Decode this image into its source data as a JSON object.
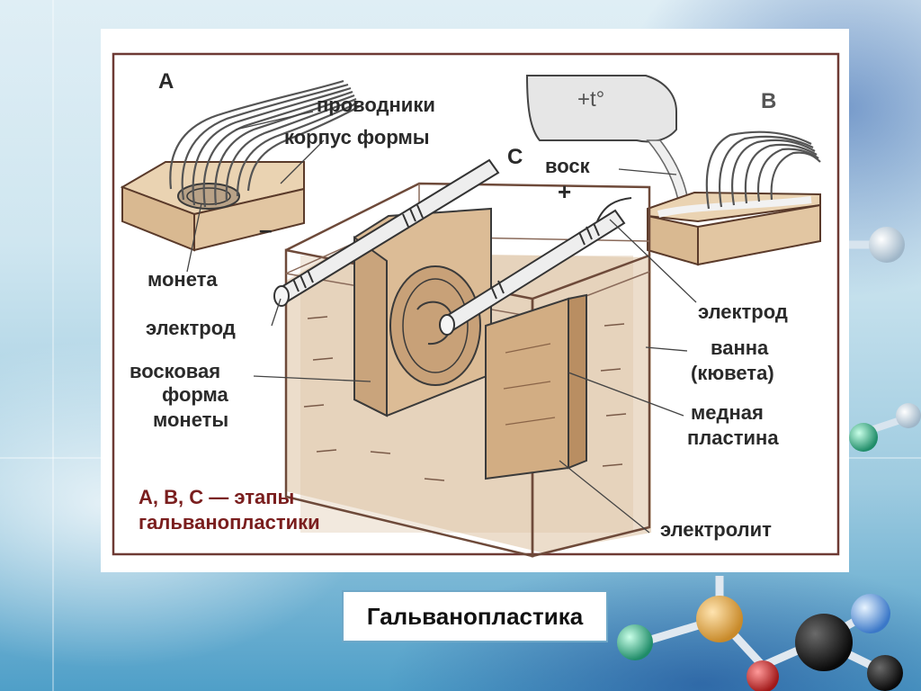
{
  "caption": "Гальванопластика",
  "labels": {
    "stage_a": "А",
    "stage_b": "В",
    "stage_c": "С",
    "temperature": "+t°",
    "conductors": "проводники",
    "mold_body": "корпус формы",
    "coin": "монета",
    "minus": "–",
    "electrode_left": "электрод",
    "wax_mold_1": "восковая",
    "wax_mold_2": "форма",
    "wax_mold_3": "монеты",
    "wax": "воск",
    "plus": "+",
    "electrode_right": "электрод",
    "bath_1": "ванна",
    "bath_2": "(кювета)",
    "copper_1": "медная",
    "copper_2": "пластина",
    "electrolyte": "электролит",
    "stages_1": "А, В, С — этапы",
    "stages_2": "гальванопластики"
  },
  "colors": {
    "frame": "#6e3a34",
    "bath_fill": "#dcc1a0",
    "box_fill": "#e2c6a2",
    "text_dark": "#2a2a2a",
    "text_red": "#7a1e1e"
  }
}
